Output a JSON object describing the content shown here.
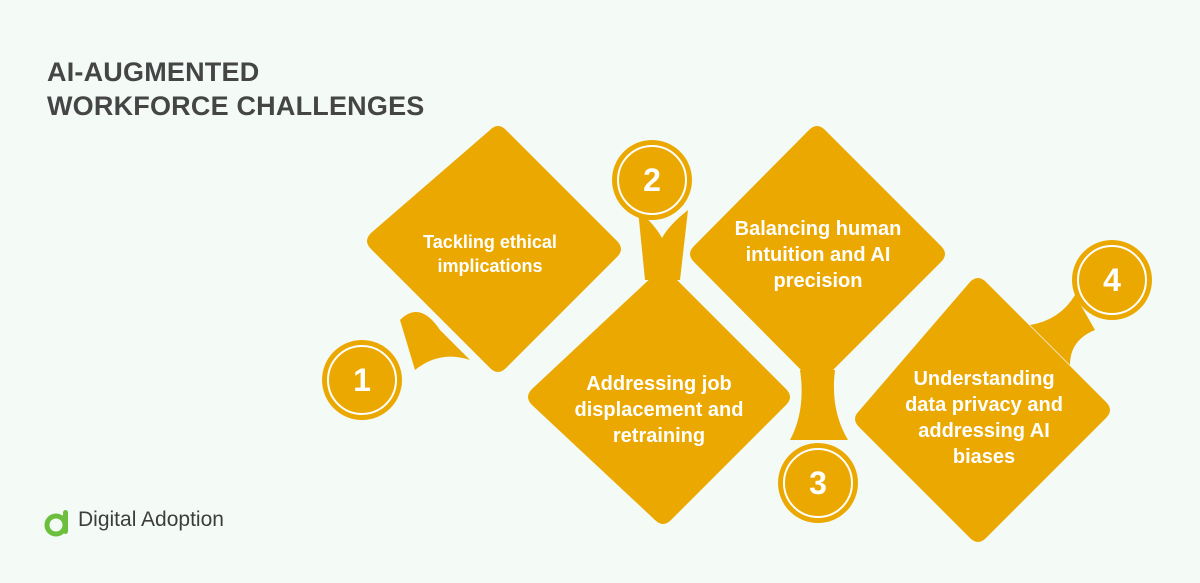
{
  "title": {
    "line1": "AI-AUGMENTED",
    "line2": "WORKFORCE CHALLENGES"
  },
  "steps": [
    {
      "number": "1",
      "label": "Tackling ethical implications"
    },
    {
      "number": "2",
      "label": "Addressing job displacement and retraining"
    },
    {
      "number": "3",
      "label": "Balancing human intuition and AI precision"
    },
    {
      "number": "4",
      "label": "Understanding data privacy and addressing AI biases"
    }
  ],
  "logo": {
    "text": "Digital Adoption",
    "icon": "digital-adoption-logo-icon"
  },
  "colors": {
    "accent": "#eba800",
    "background": "#f4fbf7",
    "title": "#454545"
  }
}
